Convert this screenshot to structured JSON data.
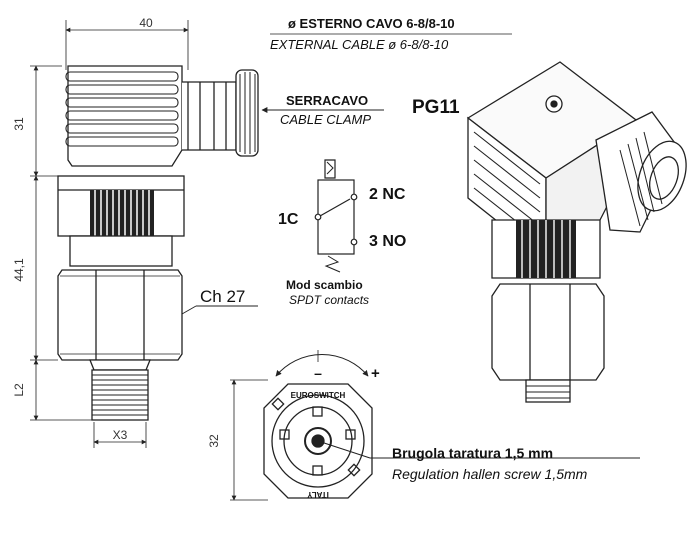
{
  "dimensions": {
    "width_top": "40",
    "height_connector": "31",
    "height_body": "44,1",
    "height_thread": "L2",
    "thread": "X3",
    "height_adjuster": "32"
  },
  "labels": {
    "cable_it": "ø ESTERNO CAVO  6-8/8-10",
    "cable_en": "EXTERNAL CABLE ø 6-8/8-10",
    "clamp_it": "SERRACAVO",
    "clamp_en": "CABLE CLAMP",
    "gland": "PG11",
    "hex": "Ch 27",
    "contact_common": "1C",
    "contact_nc": "2 NC",
    "contact_no": "3 NO",
    "contacts_it": "Mod scambio",
    "contacts_en": "SPDT contacts",
    "screw_it": "Brugola taratura 1,5 mm",
    "screw_en": "Regulation hallen screw 1,5mm",
    "plus_sign": "+",
    "minus_sign": "–",
    "brand": "EUROSWITCH",
    "country": "ITALY"
  }
}
